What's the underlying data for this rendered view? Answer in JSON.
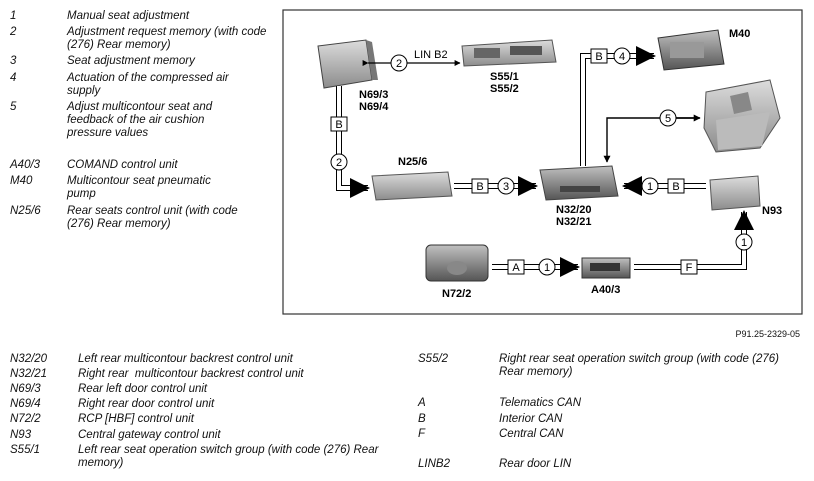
{
  "legend_top": [
    {
      "key": "1",
      "text": "Manual seat adjustment"
    },
    {
      "key": "2",
      "text": "Adjustment request memory (with code (276) Rear memory)"
    },
    {
      "key": "3",
      "text": "Seat adjustment memory"
    },
    {
      "key": "4",
      "text": "Actuation of the compressed air supply"
    },
    {
      "key": "5",
      "text": "Adjust multicontour seat and feedback of the air cushion pressure values"
    },
    {
      "key": "A40/3",
      "text": "COMAND control unit"
    },
    {
      "key": "M40",
      "text": "Multicontour seat pneumatic pump"
    },
    {
      "key": "N25/6",
      "text": "Rear seats control unit (with code (276) Rear memory)"
    }
  ],
  "legend_bottom_left": [
    {
      "key": "N32/20",
      "text": "Left rear multicontour backrest control unit"
    },
    {
      "key": "N32/21",
      "text": "Right rear  multicontour backrest control unit"
    },
    {
      "key": "N69/3",
      "text": "Rear left door control unit"
    },
    {
      "key": "N69/4",
      "text": "Right rear door control unit"
    },
    {
      "key": "N72/2",
      "text": "RCP [HBF] control unit"
    },
    {
      "key": "N93",
      "text": "Central gateway control unit"
    },
    {
      "key": "S55/1",
      "text": "Left rear seat operation switch group (with code (276) Rear memory)"
    }
  ],
  "legend_bottom_right": [
    {
      "key": "S55/2",
      "text": "Right rear seat operation switch group (with code (276) Rear memory)"
    },
    {
      "key": "A",
      "text": "Telematics CAN"
    },
    {
      "key": "B",
      "text": "Interior CAN"
    },
    {
      "key": "F",
      "text": "Central CAN"
    },
    {
      "key": "LINB2",
      "text": "Rear door LIN"
    }
  ],
  "diagram": {
    "labels": {
      "n69": [
        "N69/3",
        "N69/4"
      ],
      "s55": [
        "S55/1",
        "S55/2"
      ],
      "m40": "M40",
      "n25": "N25/6",
      "n32": [
        "N32/20",
        "N32/21"
      ],
      "n93": "N93",
      "n72": "N72/2",
      "a40": "A40/3",
      "lin": "LIN B2"
    },
    "bus": {
      "b": "B",
      "a": "A",
      "f": "F"
    },
    "nums": {
      "n1": "1",
      "n2": "2",
      "n3": "3",
      "n4": "4",
      "n5": "5"
    }
  },
  "reference": "P91.25-2329-05"
}
